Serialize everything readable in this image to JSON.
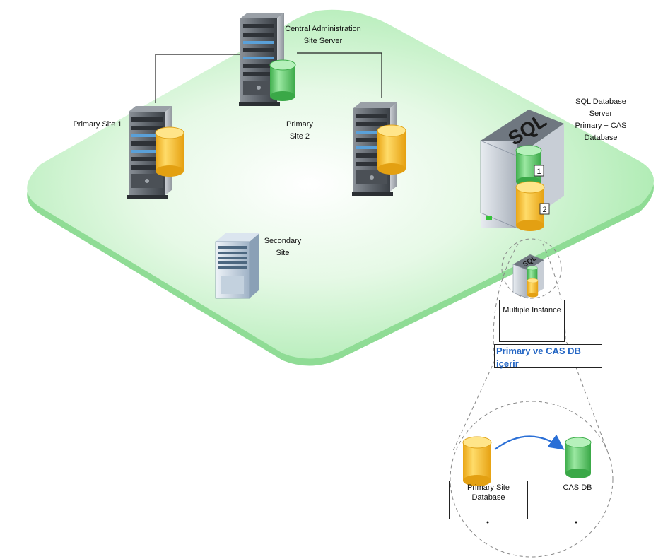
{
  "labels": {
    "cas_line1": "Central Administration",
    "cas_line2": "Site Server",
    "primary1": "Primary Site 1",
    "primary2_line1": "Primary",
    "primary2_line2": "Site 2",
    "secondary_line1": "Secondary",
    "secondary_line2": "Site",
    "sql_line1": "SQL Database",
    "sql_line2": "Server",
    "sql_line3": "Primary + CAS",
    "sql_line4": "Database",
    "sql_logo": "SQL",
    "small_sql_logo": "SQL",
    "badge1": "1",
    "badge2": "2",
    "multiple_instance": "Multiple Instance",
    "callout_line1": "Primary ve CAS DB",
    "callout_line2": "içerir",
    "primary_db_line1": "Primary Site",
    "primary_db_line2": "Database",
    "cas_db": "CAS DB"
  },
  "colors": {
    "platform_light": "#f2fbf2",
    "platform_mid": "#b9f0b9",
    "platform_edge": "#8fdc95",
    "db_yellow": "#f7c63a",
    "db_green": "#6fd07a",
    "server_dark": "#4a4f55",
    "callout_blue": "#2466c4",
    "arrow_blue": "#2a6fd6"
  },
  "icons": [
    "server-tower-icon",
    "database-cylinder-icon",
    "sql-server-icon",
    "secondary-server-icon"
  ]
}
